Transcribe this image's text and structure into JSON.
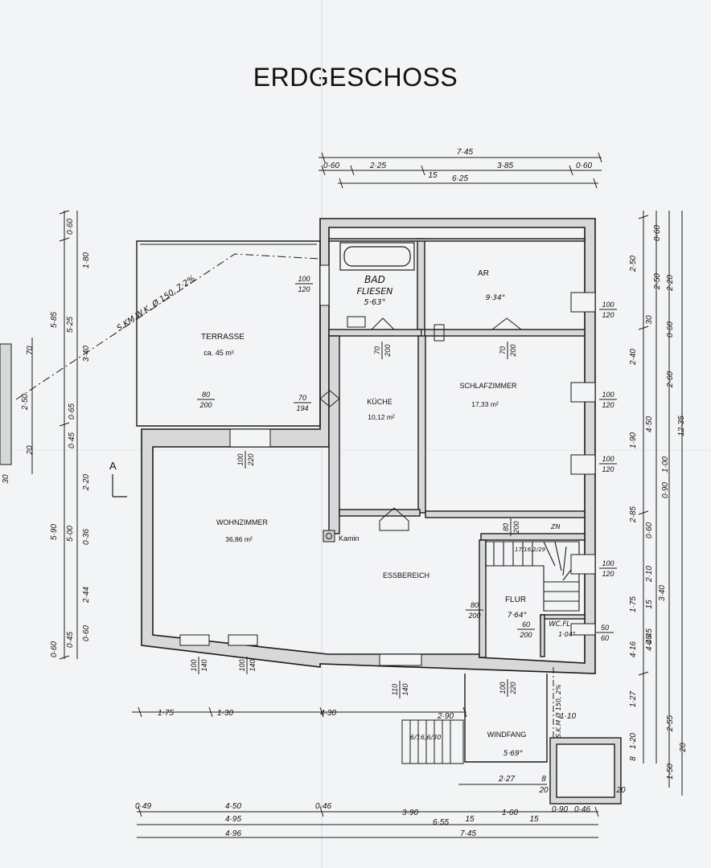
{
  "title": "ERDGESCHOSS",
  "rooms": [
    {
      "id": "terrasse",
      "name": "TERRASSE",
      "area": "ca. 45 m²"
    },
    {
      "id": "bad",
      "name": "BAD",
      "name2": "FLIESEN",
      "area": "5·63°"
    },
    {
      "id": "ar",
      "name": "AR",
      "area": "9·34°"
    },
    {
      "id": "kueche",
      "name": "KÜCHE",
      "area": "10,12 m²"
    },
    {
      "id": "schlafzimmer",
      "name": "SCHLAFZIMMER",
      "area": "17,33 m²"
    },
    {
      "id": "wohnzimmer",
      "name": "WOHNZIMMER",
      "area": "36,86 m²"
    },
    {
      "id": "essbereich",
      "name": "ESSBEREICH"
    },
    {
      "id": "flur",
      "name": "FLUR",
      "area": "7·64°"
    },
    {
      "id": "wcfl",
      "name": "WC.FL.",
      "area": "1·04°"
    },
    {
      "id": "windfang",
      "name": "WINDFANG",
      "area": "5·69°"
    }
  ],
  "labels": {
    "kamin": "Kamin",
    "zn": "ZN",
    "north_a": "A",
    "sewer": "S.KM.W.K. Ø 150, 7·2%",
    "sewer2": "S.K.M Ø 150, 2%"
  },
  "openings": [
    {
      "id": "o1",
      "top": "100",
      "bottom": "120"
    },
    {
      "id": "o2",
      "top": "100",
      "bottom": "120"
    },
    {
      "id": "o3",
      "top": "70",
      "bottom": "200"
    },
    {
      "id": "o4",
      "top": "70",
      "bottom": "200"
    },
    {
      "id": "o5",
      "top": "80",
      "bottom": "200"
    },
    {
      "id": "o6",
      "top": "70",
      "bottom": "194"
    },
    {
      "id": "o7",
      "top": "100",
      "bottom": "120"
    },
    {
      "id": "o8",
      "top": "100",
      "bottom": "120"
    },
    {
      "id": "o9",
      "top": "100",
      "bottom": "220"
    },
    {
      "id": "o10",
      "top": "80",
      "bottom": "200"
    },
    {
      "id": "o11",
      "top": "100",
      "bottom": "120"
    },
    {
      "id": "o12",
      "top": "80",
      "bottom": "200"
    },
    {
      "id": "o13",
      "top": "60",
      "bottom": "200"
    },
    {
      "id": "o14",
      "top": "50",
      "bottom": "60"
    },
    {
      "id": "o15",
      "top": "100",
      "bottom": "140"
    },
    {
      "id": "o16",
      "top": "100",
      "bottom": "140"
    },
    {
      "id": "o17",
      "top": "110",
      "bottom": "140"
    },
    {
      "id": "o18",
      "top": "100",
      "bottom": "220"
    }
  ],
  "stairs": {
    "main": "17/16,2/29",
    "entry": "6/16,6/30"
  },
  "dimensions": {
    "top": [
      "7·45",
      "0·60",
      "2·25",
      "15",
      "3·85",
      "0·60",
      "6·25"
    ],
    "bottom": [
      "0·49",
      "4·50",
      "4·95",
      "4·96",
      "0·46",
      "3·90",
      "6·55",
      "15",
      "1·60",
      "15",
      "7·45",
      "0·90",
      "0·46"
    ],
    "lower": [
      "1·75",
      "1·30",
      "4·30",
      "2·90",
      "1·10",
      "2·27",
      "8",
      "20",
      "20"
    ],
    "left": [
      "0·60",
      "1·80",
      "5·85",
      "5·25",
      "3·40",
      "2·50",
      "0·65",
      "0·45",
      "2·20",
      "5·90",
      "5·00",
      "0·36",
      "2·44",
      "0·60",
      "0·45",
      "0·60",
      "70",
      "20",
      "30"
    ],
    "right": [
      "2·50",
      "0·60",
      "2·50",
      "2·20",
      "30",
      "0·60",
      "2·40",
      "2·60",
      "4·50",
      "1·90",
      "12·35",
      "1·00",
      "0·90",
      "2·85",
      "0·60",
      "2·10",
      "3·40",
      "1·75",
      "15",
      "0·45",
      "4·16",
      "4·45",
      "1·27",
      "2·55",
      "1·20",
      "8",
      "1·50",
      "20"
    ]
  }
}
